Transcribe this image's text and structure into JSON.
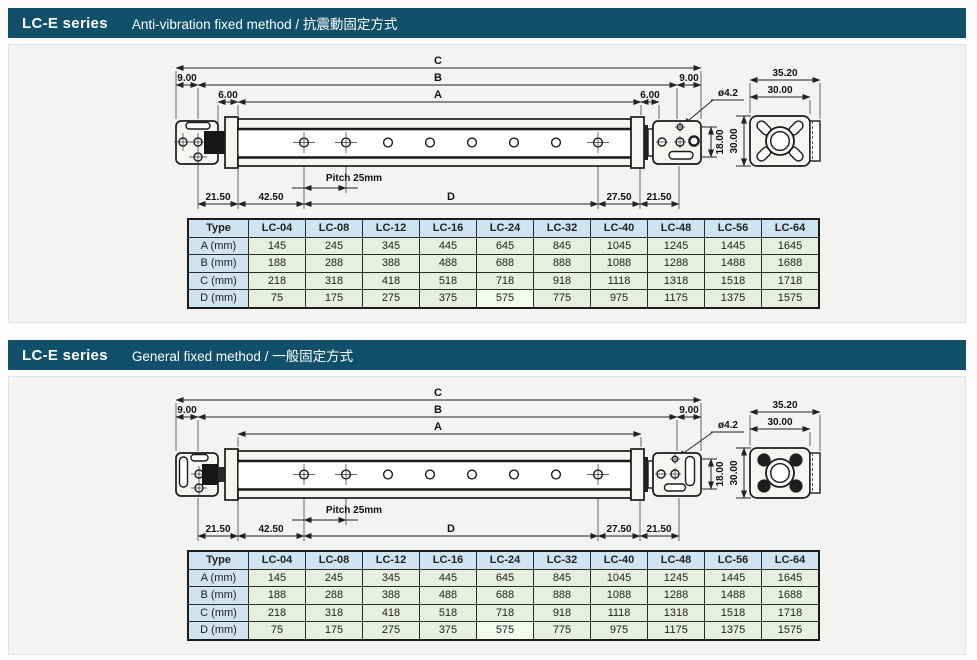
{
  "colors": {
    "header_bar_bg": "#11506b",
    "header_text": "#ffffff",
    "panel_bg": "#f3f4f1",
    "table_header_bg": "#cfe3f0",
    "table_cell_bg": "#e9efdf",
    "table_highlight_bg": "#f5faef",
    "line_color": "#1b1b1b"
  },
  "sections": [
    {
      "title": "LC-E series",
      "subtitle": "Anti-vibration fixed method / 抗震動固定方式",
      "drawing": {
        "dims": {
          "c": "C",
          "b": "B",
          "a": "A",
          "nine_left": "9.00",
          "six_left": "6.00",
          "nine_right": "9.00",
          "six_right": "6.00",
          "dia": "ø4.2",
          "end_width_full": "35.20",
          "end_width": "30.00",
          "side_h18": "18.00",
          "side_h30": "30.00",
          "bottom_left_2150": "21.50",
          "bottom_4250": "42.50",
          "pitch": "Pitch 25mm",
          "d": "D",
          "bottom_2750": "27.50",
          "bottom_right_2150": "21.50"
        }
      },
      "table": {
        "columns": [
          "Type",
          "LC-04",
          "LC-08",
          "LC-12",
          "LC-16",
          "LC-24",
          "LC-32",
          "LC-40",
          "LC-48",
          "LC-56",
          "LC-64"
        ],
        "rows": [
          {
            "label": "A (mm)",
            "values": [
              "145",
              "245",
              "345",
              "445",
              "645",
              "845",
              "1045",
              "1245",
              "1445",
              "1645"
            ]
          },
          {
            "label": "B (mm)",
            "values": [
              "188",
              "288",
              "388",
              "488",
              "688",
              "888",
              "1088",
              "1288",
              "1488",
              "1688"
            ]
          },
          {
            "label": "C (mm)",
            "values": [
              "218",
              "318",
              "418",
              "518",
              "718",
              "918",
              "1118",
              "1318",
              "1518",
              "1718"
            ]
          },
          {
            "label": "D (mm)",
            "values": [
              "75",
              "175",
              "275",
              "375",
              "575",
              "775",
              "975",
              "1175",
              "1375",
              "1575"
            ]
          }
        ],
        "highlight_cell": {
          "row": 3,
          "col": 4
        }
      }
    },
    {
      "title": "LC-E series",
      "subtitle": "General fixed method / 一般固定方式",
      "drawing": {
        "dims": {
          "c": "C",
          "b": "B",
          "a": "A",
          "nine_left": "9.00",
          "nine_right": "9.00",
          "dia": "ø4.2",
          "end_width_full": "35.20",
          "end_width": "30.00",
          "side_h18": "18.00",
          "side_h30": "30.00",
          "bottom_left_2150": "21.50",
          "bottom_4250": "42.50",
          "pitch": "Pitch 25mm",
          "d": "D",
          "bottom_2750": "27.50",
          "bottom_right_2150": "21.50"
        }
      },
      "table": {
        "columns": [
          "Type",
          "LC-04",
          "LC-08",
          "LC-12",
          "LC-16",
          "LC-24",
          "LC-32",
          "LC-40",
          "LC-48",
          "LC-56",
          "LC-64"
        ],
        "rows": [
          {
            "label": "A (mm)",
            "values": [
              "145",
              "245",
              "345",
              "445",
              "645",
              "845",
              "1045",
              "1245",
              "1445",
              "1645"
            ]
          },
          {
            "label": "B (mm)",
            "values": [
              "188",
              "288",
              "388",
              "488",
              "688",
              "888",
              "1088",
              "1288",
              "1488",
              "1688"
            ]
          },
          {
            "label": "C (mm)",
            "values": [
              "218",
              "318",
              "418",
              "518",
              "718",
              "918",
              "1118",
              "1318",
              "1518",
              "1718"
            ]
          },
          {
            "label": "D (mm)",
            "values": [
              "75",
              "175",
              "275",
              "375",
              "575",
              "775",
              "975",
              "1175",
              "1375",
              "1575"
            ]
          }
        ],
        "highlight_cell": {
          "row": 3,
          "col": 4
        }
      }
    }
  ]
}
